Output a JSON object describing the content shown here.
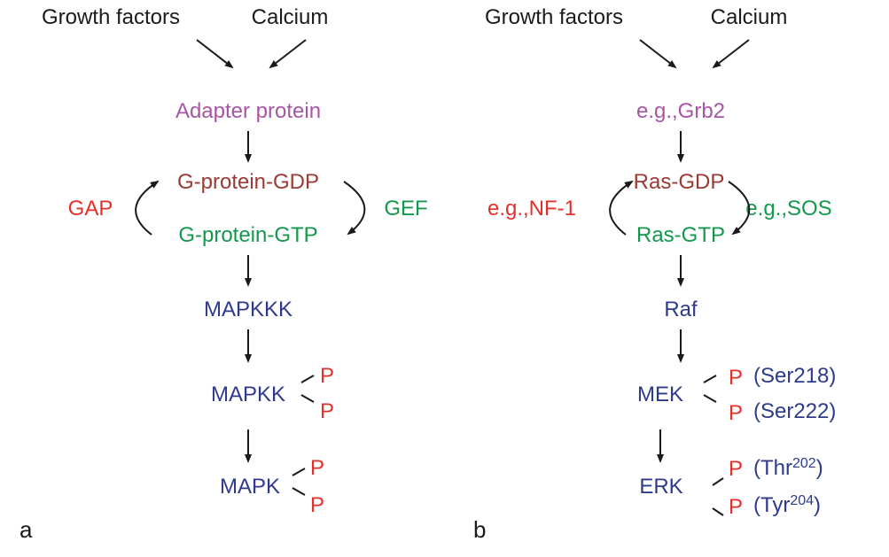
{
  "panel_a": {
    "label": "a",
    "inputs": [
      "Growth factors",
      "Calcium"
    ],
    "adapter": "Adapter protein",
    "gdp": "G-protein-GDP",
    "gtp": "G-protein-GTP",
    "gap": "GAP",
    "gef": "GEF",
    "kinase3": "MAPKKK",
    "kinase2": "MAPKK",
    "kinase1": "MAPK",
    "phospho": "P"
  },
  "panel_b": {
    "label": "b",
    "inputs": [
      "Growth factors",
      "Calcium"
    ],
    "adapter": "e.g.,Grb2",
    "gdp": "Ras-GDP",
    "gtp": "Ras-GTP",
    "gap": "e.g.,NF-1",
    "gef": "e.g.,SOS",
    "kinase3": "Raf",
    "kinase2": "MEK",
    "kinase1": "ERK",
    "phospho": "P",
    "mek_sites": [
      "(Ser218)",
      "(Ser222)"
    ],
    "erk_sites": [
      {
        "residue": "(Thr",
        "number": "202",
        "close": ")"
      },
      {
        "residue": "(Tyr",
        "number": "204",
        "close": ")"
      }
    ]
  },
  "colors": {
    "adapter": "#a855a5",
    "gdp": "#9b3a35",
    "gtp": "#14984d",
    "regulator": "#e3302b",
    "kinase": "#2e3a8c"
  }
}
